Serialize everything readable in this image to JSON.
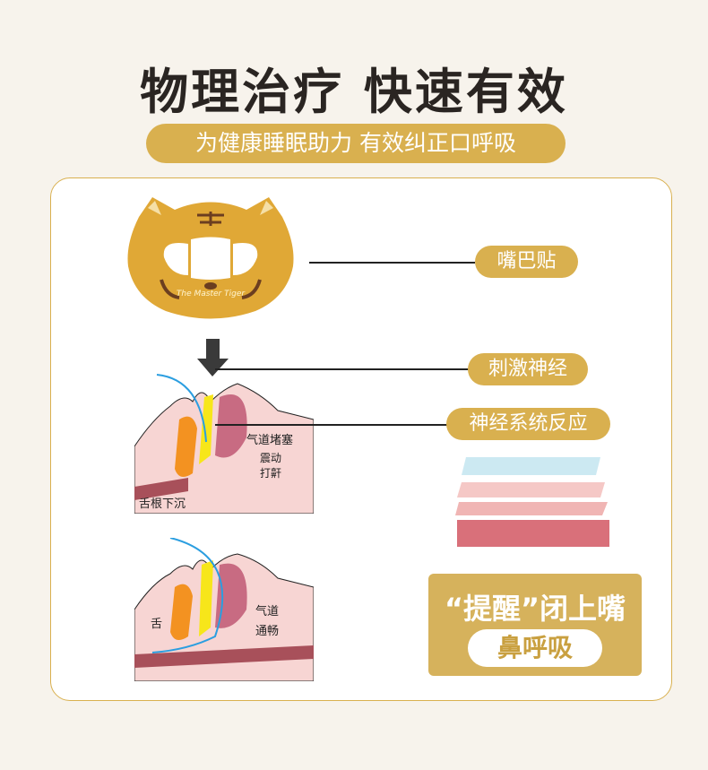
{
  "header": {
    "title": "物理治疗 快速有效",
    "subtitle": "为健康睡眠助力 有效纠正口呼吸"
  },
  "product": {
    "logo_text": "The Master Tiger"
  },
  "callouts": [
    "嘴巴贴",
    "刺激神经",
    "神经系统反应"
  ],
  "diagram_blocked": {
    "labels": [
      "气道堵塞",
      "震动",
      "打鼾",
      "舌根下沉"
    ]
  },
  "diagram_open": {
    "labels": [
      "舌",
      "气道",
      "通畅"
    ]
  },
  "cta": {
    "line1": "“提醒”闭上嘴",
    "line2": "鼻呼吸"
  },
  "colors": {
    "background": "#f7f3ec",
    "gold": "#d9b04f",
    "text": "#2a2522"
  }
}
